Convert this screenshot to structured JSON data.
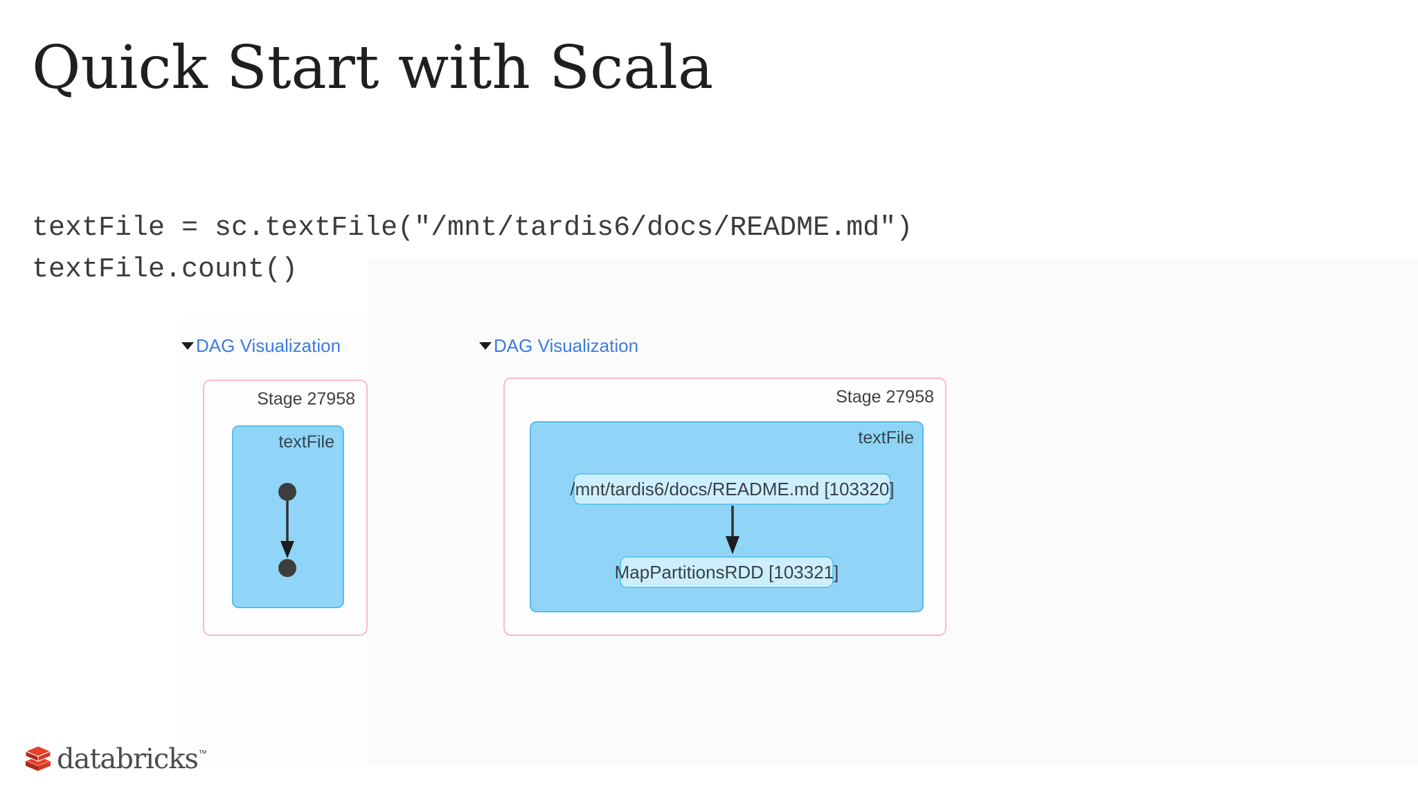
{
  "slide": {
    "title": "Quick Start with Scala",
    "code": {
      "line1": "textFile = sc.textFile(\"/mnt/tardis6/docs/README.md\")",
      "line2": "textFile.count()"
    }
  },
  "dag_small": {
    "toggle_label": "DAG Visualization",
    "stage_label": "Stage 27958",
    "scope_label": "textFile"
  },
  "dag_large": {
    "toggle_label": "DAG Visualization",
    "stage_label": "Stage 27958",
    "scope_label": "textFile",
    "nodes": [
      {
        "label": "/mnt/tardis6/docs/README.md [103320]"
      },
      {
        "label": "MapPartitionsRDD [103321]"
      }
    ]
  },
  "footer": {
    "brand": "databricks",
    "trademark": "™"
  },
  "colors": {
    "link_blue": "#3c7be0",
    "stage_border_pink": "#f8bac8",
    "scope_fill_blue": "#90d5f7",
    "scope_border_blue": "#54bdec",
    "node_fill_blue": "#cdeffd",
    "node_border_blue": "#67c3f0",
    "edge_dark": "#303030",
    "brand_red": "#e8402c",
    "brand_red_dark": "#b02718",
    "text_dark": "#3b3b3b"
  }
}
